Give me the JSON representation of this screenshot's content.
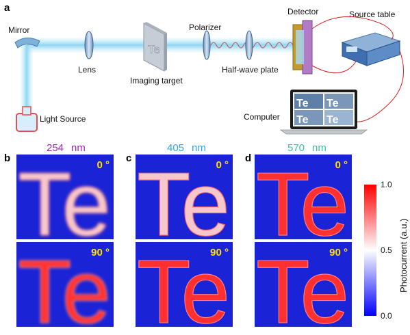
{
  "panel_labels": [
    "a",
    "b",
    "c",
    "d"
  ],
  "setup": {
    "mirror": "Mirror",
    "lens": "Lens",
    "imaging_target": "Imaging target",
    "target_letters": "Te",
    "polarizer": "Polarizer",
    "half_wave_plate": "Half-wave plate",
    "detector": "Detector",
    "source_table": "Source table",
    "computer": "Computer",
    "light_source": "Light Source",
    "screen_text": [
      "Te",
      "Te",
      "Te",
      "Te"
    ]
  },
  "maps": {
    "letters": "Te",
    "columns": [
      {
        "wavelength": "254",
        "unit": "nm",
        "color": "#9c27b0"
      },
      {
        "wavelength": "405",
        "unit": "nm",
        "color": "#29a9e0"
      },
      {
        "wavelength": "570",
        "unit": "nm",
        "color": "#3cc2a2"
      }
    ],
    "angles": [
      "0 °",
      "90 °"
    ],
    "angle_color": "#ffe000",
    "background_color": "#1a23d6",
    "letter_color": "#ff3030"
  },
  "colorbar": {
    "label": "Photocurrent (a.u.)",
    "ticks": [
      "1.0",
      "0.5",
      "0.0"
    ],
    "colors": {
      "high": "#ff0000",
      "mid": "#ffffff",
      "low": "#0000ff"
    }
  }
}
